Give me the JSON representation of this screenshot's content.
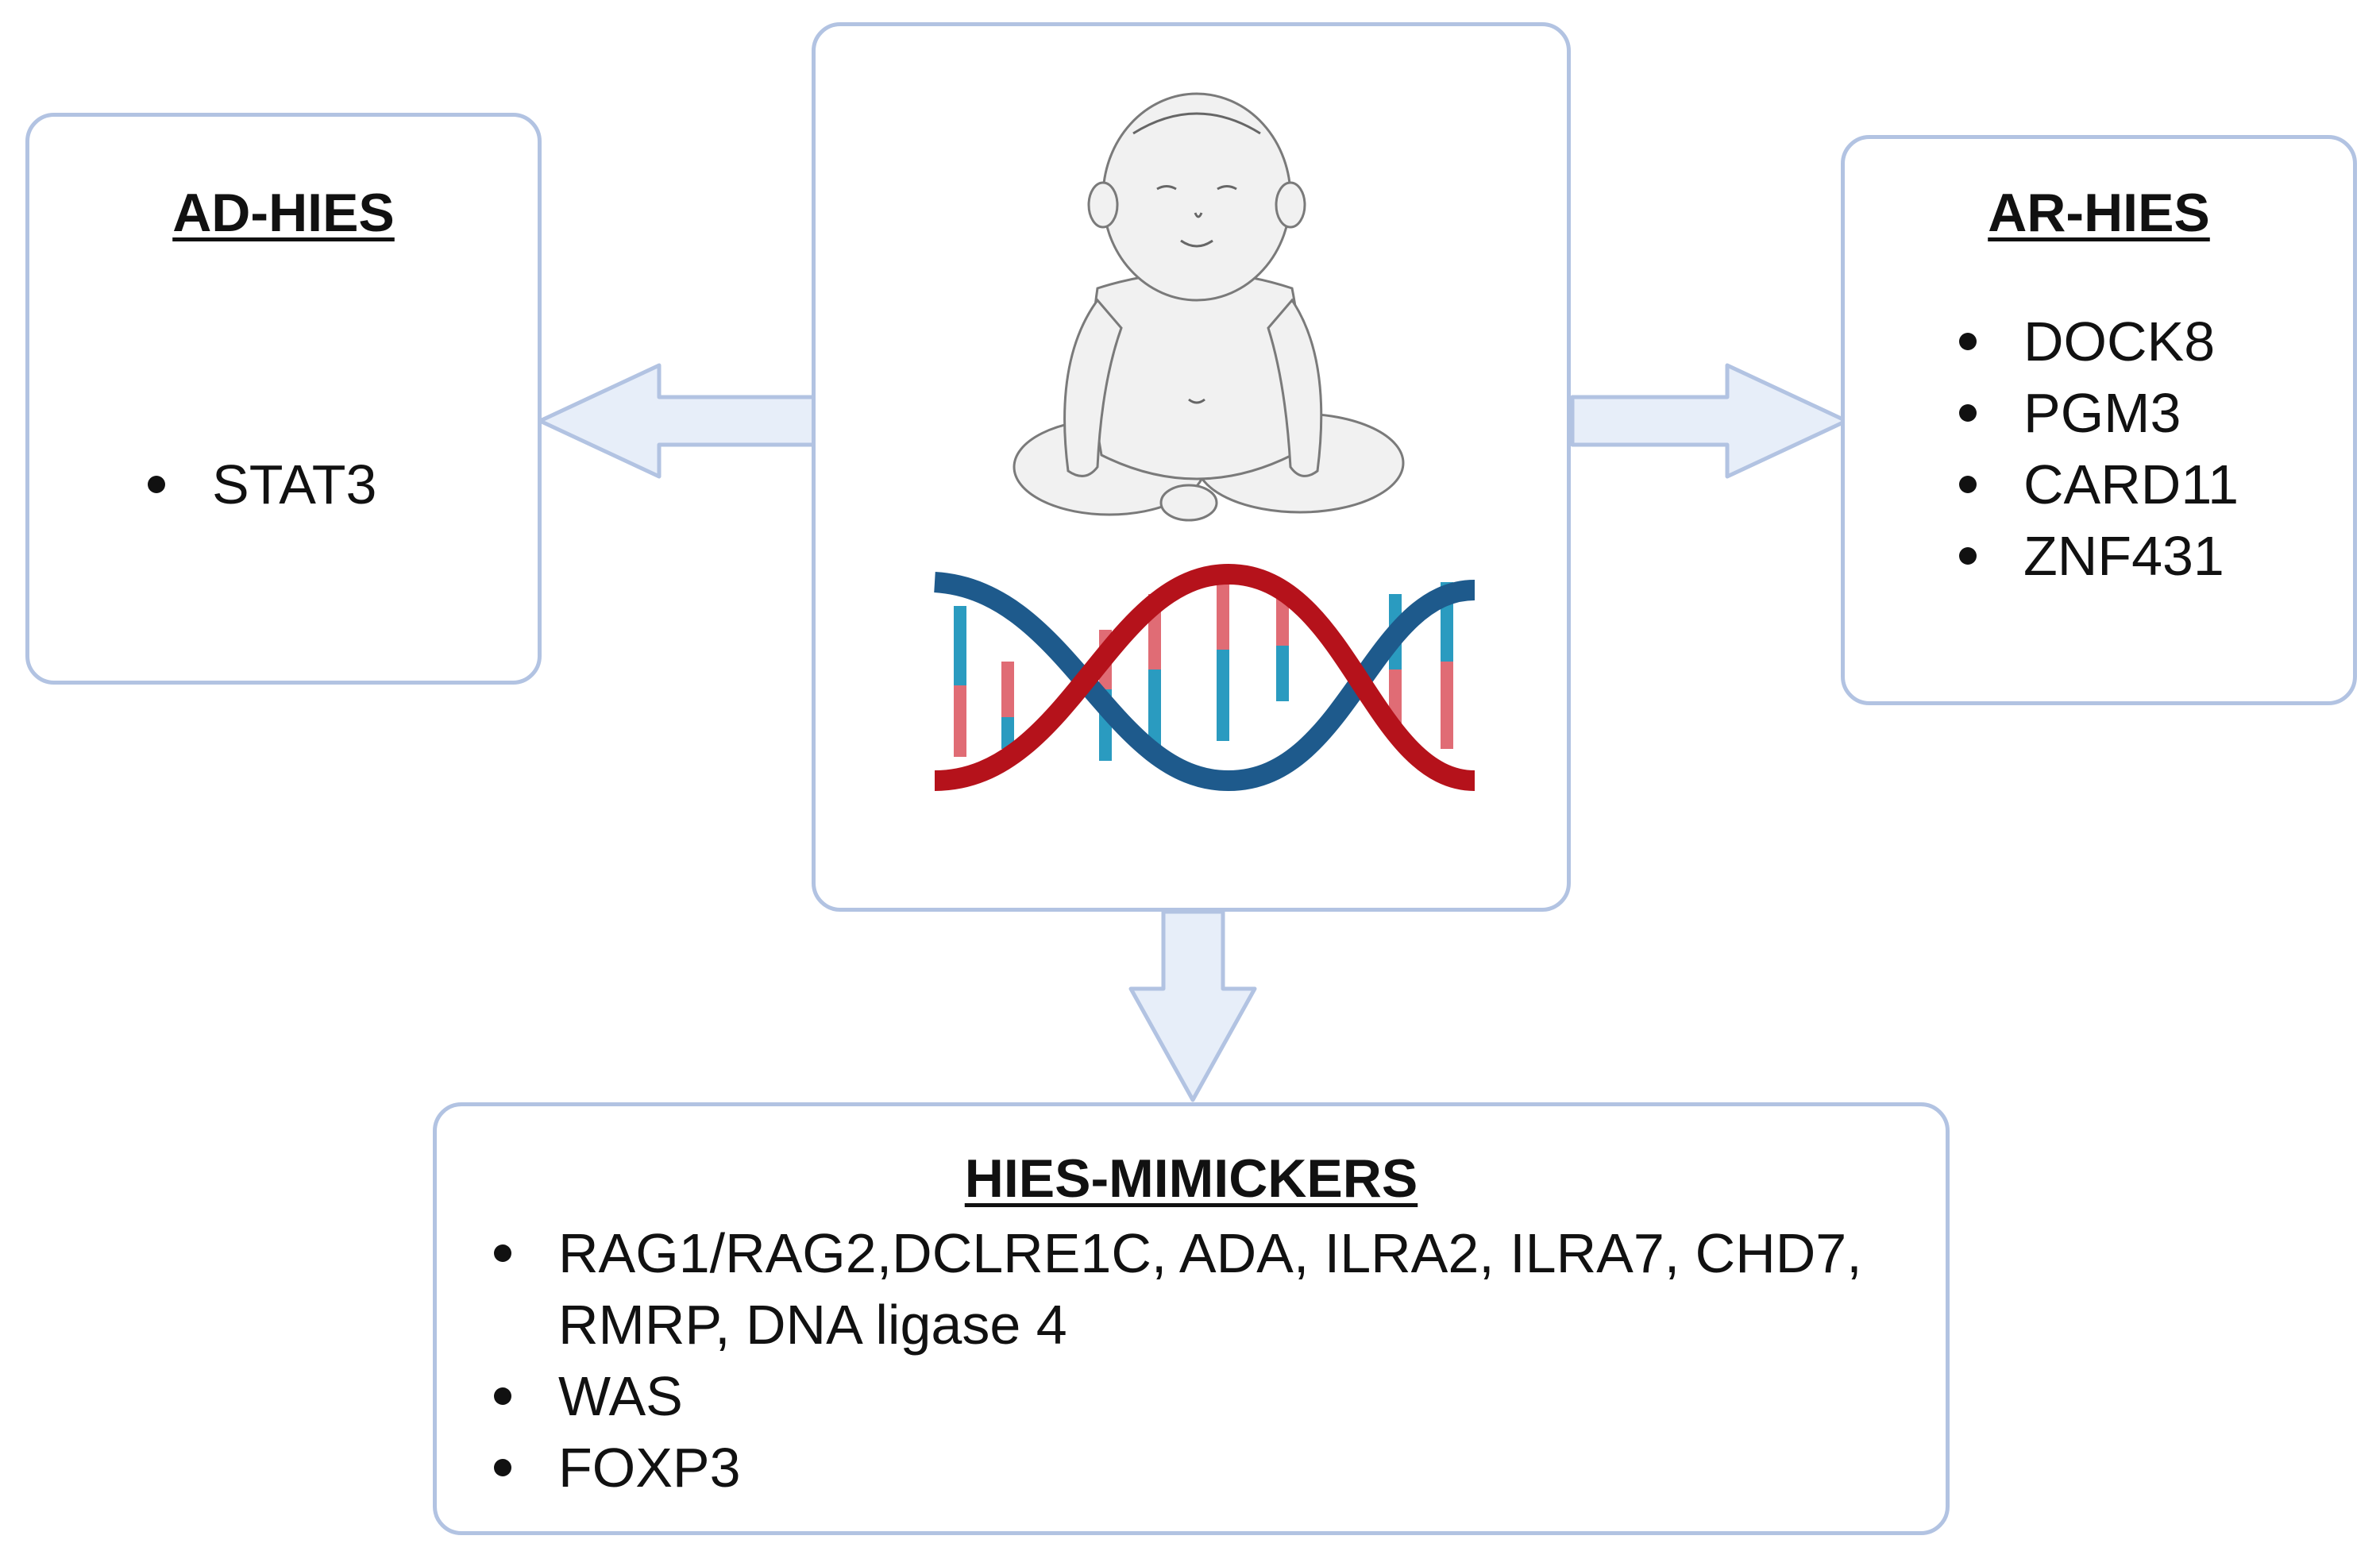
{
  "left_box": {
    "title": "AD-HIES",
    "genes": [
      "STAT3"
    ]
  },
  "right_box": {
    "title": "AR-HIES",
    "genes": [
      "DOCK8",
      "PGM3",
      "CARD11",
      "ZNF431"
    ]
  },
  "bottom_box": {
    "title": "HIES-MIMICKERS",
    "genes": [
      "RAG1/RAG2,DCLRE1C, ADA, ILRA2, ILRA7, CHD7, RMRP, DNA ligase 4",
      "WAS",
      "FOXP3"
    ]
  },
  "center_box": {
    "illustrations": [
      "baby-illustration",
      "dna-helix-icon"
    ]
  },
  "colors": {
    "box_border": "#b2c3e2",
    "arrow_fill": "#e7eef9",
    "dna_red": "#b5121b",
    "dna_blue": "#1e5a8c",
    "rung_pink": "#e06c75",
    "rung_teal": "#2a9bc0"
  }
}
